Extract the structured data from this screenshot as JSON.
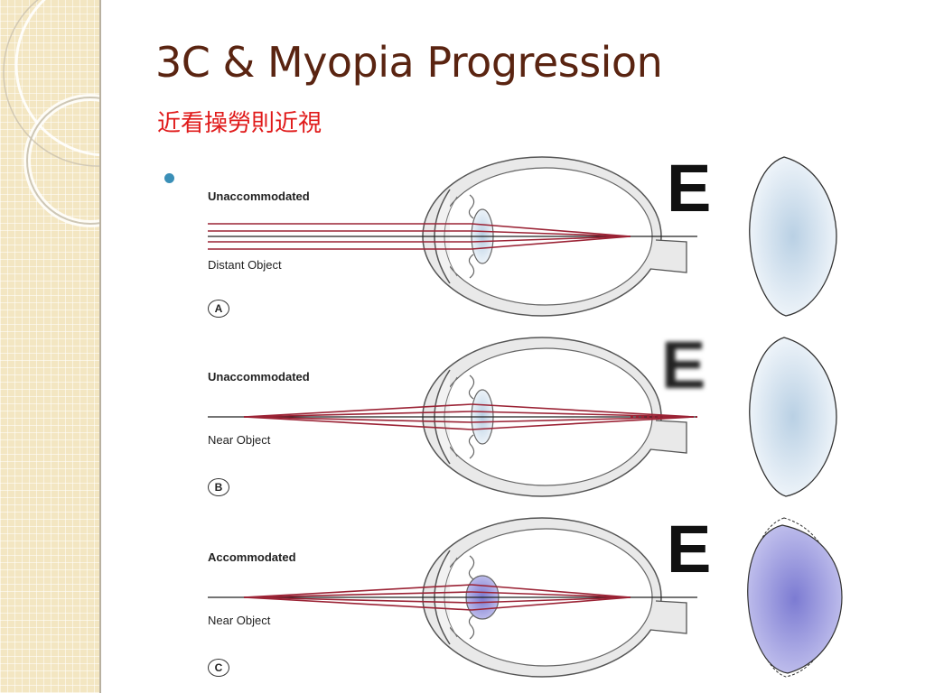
{
  "slide": {
    "title": "3C & Myopia Progression",
    "subtitle": "近看操勞則近視"
  },
  "panels": [
    {
      "state": "Unaccommodated",
      "object": "Distant Object",
      "tag": "A",
      "letter": "E",
      "letter_blurred": false,
      "lens": "thin"
    },
    {
      "state": "Unaccommodated",
      "object": "Near Object",
      "tag": "B",
      "letter": "E",
      "letter_blurred": true,
      "lens": "thin"
    },
    {
      "state": "Accommodated",
      "object": "Near Object",
      "tag": "C",
      "letter": "E",
      "letter_blurred": false,
      "lens": "thick"
    }
  ],
  "colors": {
    "title": "#5a2411",
    "subtitle": "#e01a1a",
    "bullet": "#3a8fb7",
    "ray": "#9b2335",
    "lens_relaxed": "#dbe8f3",
    "lens_accommodated": "#9f9ee0"
  }
}
